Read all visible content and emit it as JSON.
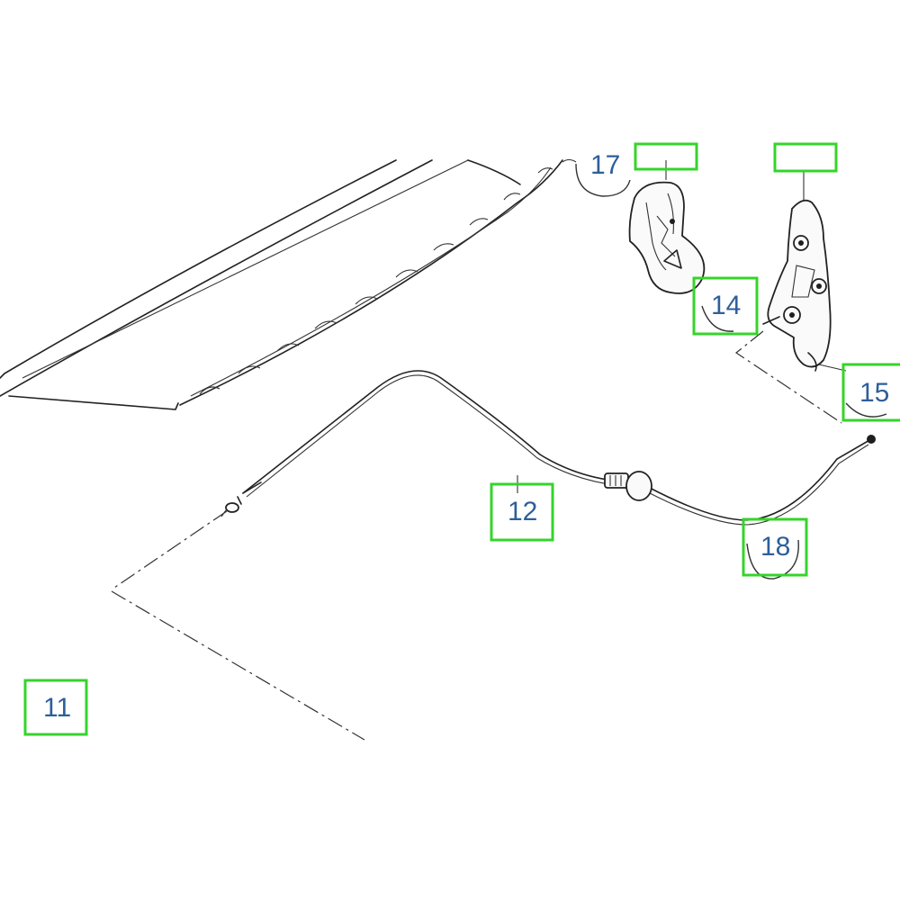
{
  "diagram": {
    "callouts": [
      {
        "id": "11",
        "text": "11"
      },
      {
        "id": "12",
        "text": "12"
      },
      {
        "id": "14",
        "text": "14"
      },
      {
        "id": "15",
        "text": "15"
      },
      {
        "id": "17",
        "text": "17"
      },
      {
        "id": "18",
        "text": "18"
      }
    ]
  },
  "colors": {
    "callout_box": "#35d42a",
    "callout_text": "#2d5f9a",
    "line_art": "#222222"
  }
}
